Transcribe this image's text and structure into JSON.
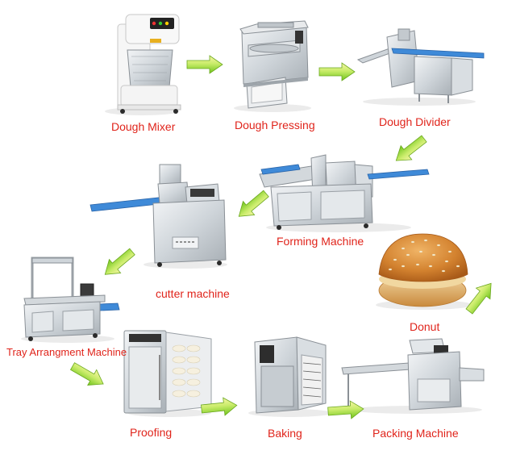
{
  "stages": [
    {
      "id": "dough-mixer",
      "label": "Dough Mixer"
    },
    {
      "id": "dough-pressing",
      "label": "Dough Pressing"
    },
    {
      "id": "dough-divider",
      "label": "Dough Divider"
    },
    {
      "id": "forming-machine",
      "label": "Forming Machine"
    },
    {
      "id": "cutter-machine",
      "label": "cutter machine"
    },
    {
      "id": "tray-arrangment-machine",
      "label": "Tray Arrangment Machine"
    },
    {
      "id": "proofing",
      "label": "Proofing"
    },
    {
      "id": "baking",
      "label": "Baking"
    },
    {
      "id": "packing-machine",
      "label": "Packing Machine"
    },
    {
      "id": "donut",
      "label": "Donut"
    }
  ],
  "colors": {
    "label_red": "#e0241b",
    "label_dark": "#2a2a2a",
    "arrow_green": "#7ed321",
    "arrow_yellow": "#f2f08a",
    "belt_blue": "#3f8ad8",
    "steel": "#d4d9dd",
    "bun": "#d58a3a"
  },
  "icons": [
    "flow-arrow-icon",
    "sesame-bun-icon"
  ]
}
